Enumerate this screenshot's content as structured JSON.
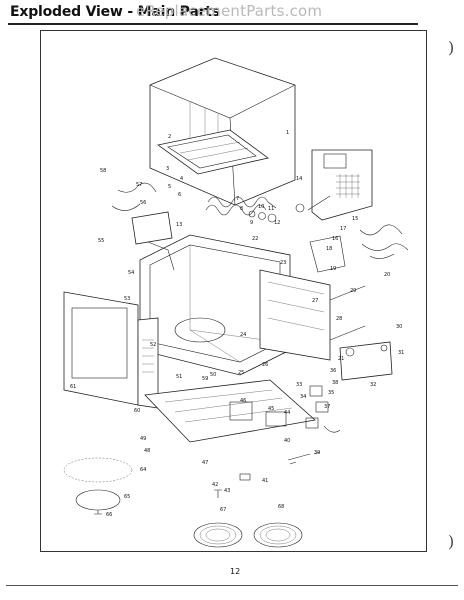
{
  "header": {
    "title": "Exploded View - Main Parts",
    "watermark": "eReplacementParts.com"
  },
  "footer": {
    "page_number": "12"
  },
  "callouts": [
    "1",
    "2",
    "3",
    "4",
    "5",
    "6",
    "7",
    "8",
    "9",
    "10",
    "11",
    "12",
    "13",
    "14",
    "15",
    "16",
    "17",
    "18",
    "19",
    "20",
    "21",
    "22",
    "23",
    "24",
    "25",
    "26",
    "27",
    "28",
    "29",
    "30",
    "31",
    "32",
    "33",
    "34",
    "35",
    "36",
    "37",
    "38",
    "39",
    "40",
    "41",
    "42",
    "43",
    "44",
    "45",
    "46",
    "47",
    "48",
    "49",
    "50",
    "51",
    "52",
    "53",
    "54",
    "55",
    "56",
    "57",
    "58",
    "59",
    "60",
    "61",
    "64",
    "65",
    "66",
    "67",
    "68"
  ]
}
